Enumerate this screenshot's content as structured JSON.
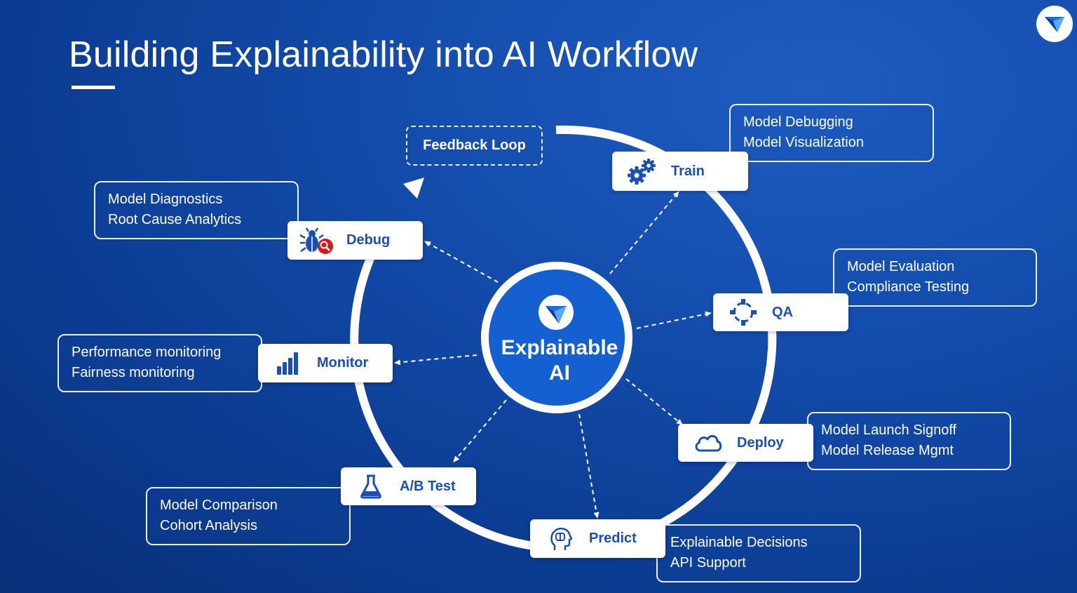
{
  "title": "Building Explainability into AI Workflow",
  "center": {
    "line1": "Explainable",
    "line2": "AI"
  },
  "feedback_loop": "Feedback Loop",
  "stages": {
    "train": {
      "label": "Train",
      "icon": "gears-icon",
      "desc": [
        "Model Debugging",
        "Model Visualization"
      ]
    },
    "qa": {
      "label": "QA",
      "icon": "target-icon",
      "desc": [
        "Model Evaluation",
        "Compliance Testing"
      ]
    },
    "deploy": {
      "label": "Deploy",
      "icon": "cloud-icon",
      "desc": [
        "Model Launch Signoff",
        "Model Release Mgmt"
      ]
    },
    "predict": {
      "label": "Predict",
      "icon": "head-brain-icon",
      "desc": [
        "Explainable Decisions",
        "API  Support"
      ]
    },
    "abtest": {
      "label": "A/B Test",
      "icon": "flask-icon",
      "desc": [
        "Model Comparison",
        "Cohort Analysis"
      ]
    },
    "monitor": {
      "label": "Monitor",
      "icon": "bar-chart-icon",
      "desc": [
        "Performance monitoring",
        "Fairness monitoring"
      ]
    },
    "debug": {
      "label": "Debug",
      "icon": "bug-search-icon",
      "desc": [
        "Model Diagnostics",
        "Root Cause Analytics"
      ]
    }
  },
  "colors": {
    "accent": "#1a4fb5",
    "background": "#0c3e95",
    "bug_badge": "#d11a1a"
  }
}
